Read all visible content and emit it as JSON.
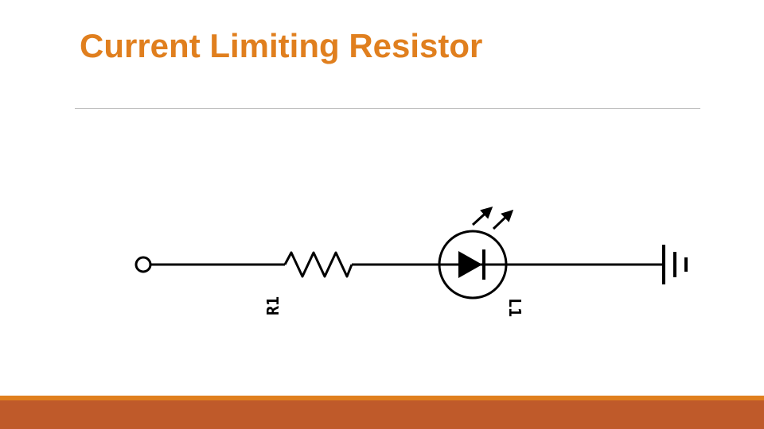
{
  "slide": {
    "title": "Current Limiting Resistor"
  },
  "diagram": {
    "resistor_label": "R1",
    "led_label": "L1"
  },
  "colors": {
    "title": "#E07F1E",
    "rule": "#BFBFBF",
    "footer_strip": "#E07F1E",
    "footer_bar": "#BF5A2A",
    "wire": "#000000"
  }
}
